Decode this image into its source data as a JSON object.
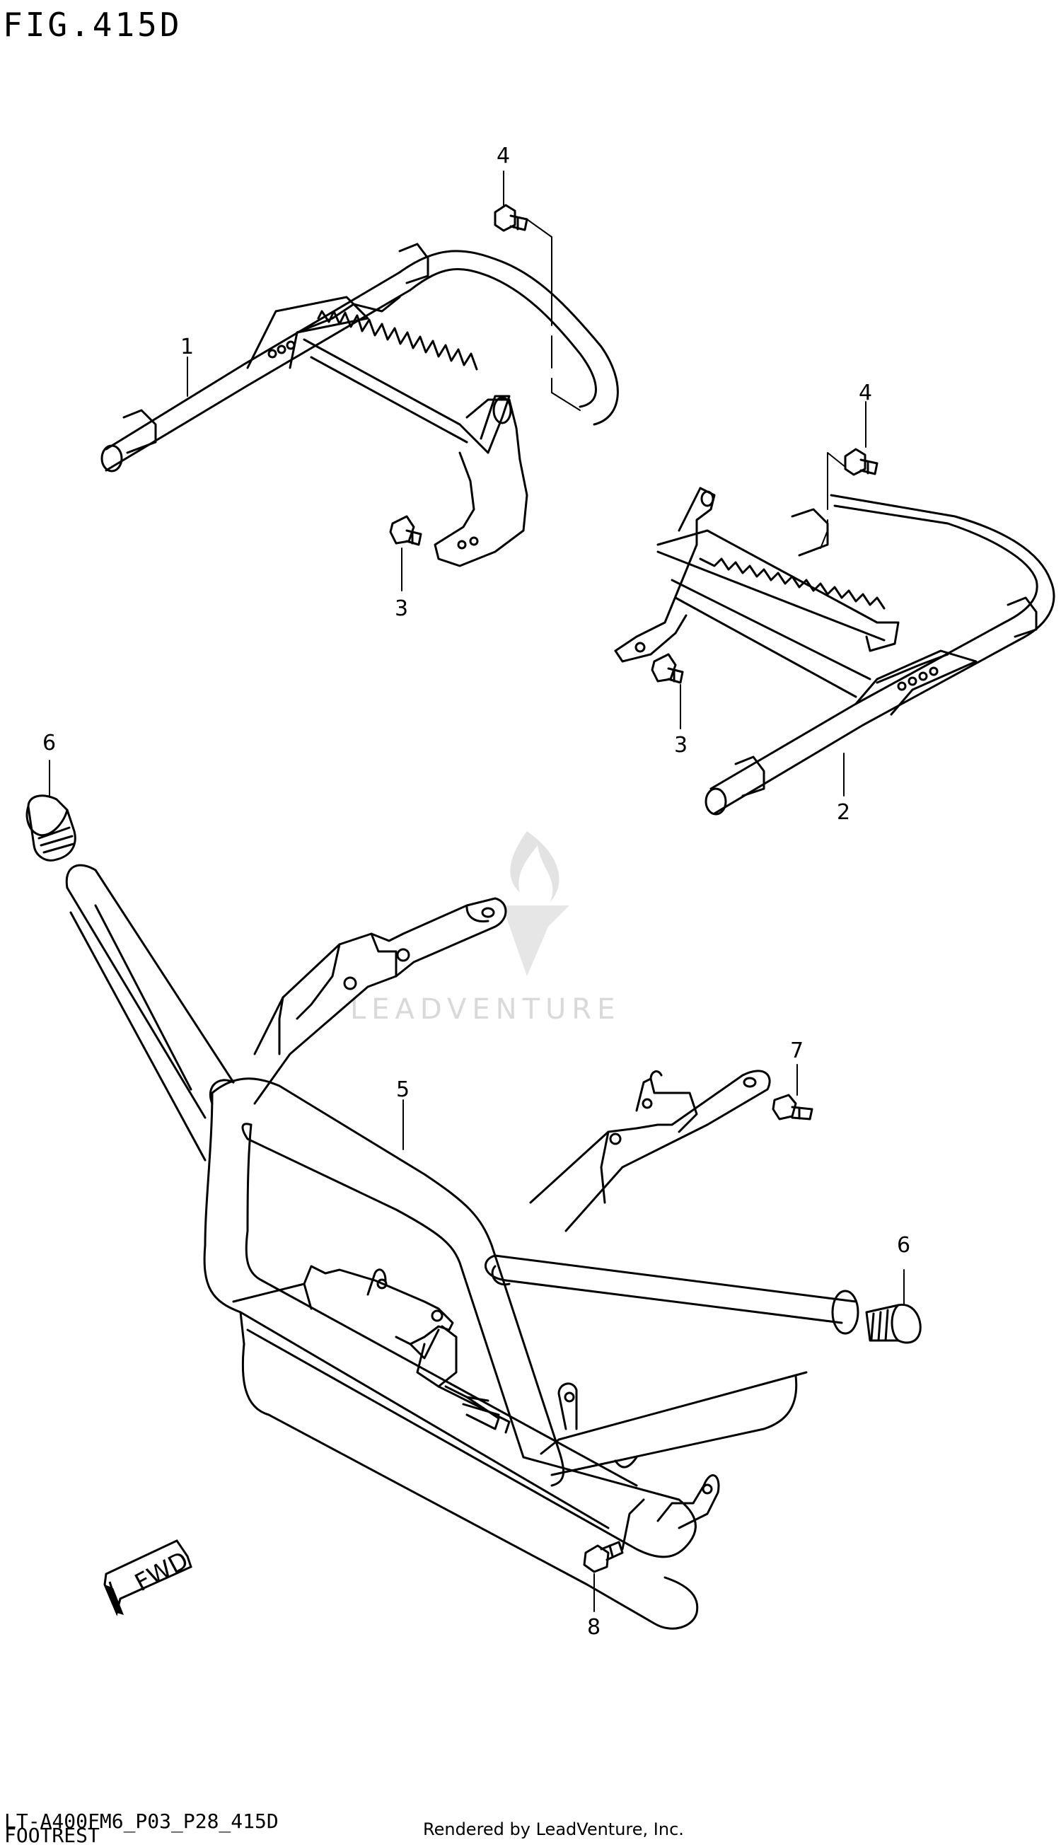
{
  "figure": {
    "title": "FIG.415D",
    "code": "LT-A400FM6_P03_P28_415D",
    "name": "FOOTREST",
    "rendered_by": "Rendered by LeadVenture, Inc.",
    "watermark": "LEADVENTURE",
    "fwd_label": "FWD"
  },
  "callouts": [
    {
      "id": "c1",
      "label": "1"
    },
    {
      "id": "c2",
      "label": "2"
    },
    {
      "id": "c3a",
      "label": "3"
    },
    {
      "id": "c3b",
      "label": "3"
    },
    {
      "id": "c4a",
      "label": "4"
    },
    {
      "id": "c4b",
      "label": "4"
    },
    {
      "id": "c5",
      "label": "5"
    },
    {
      "id": "c6a",
      "label": "6"
    },
    {
      "id": "c6b",
      "label": "6"
    },
    {
      "id": "c7",
      "label": "7"
    },
    {
      "id": "c8",
      "label": "8"
    }
  ]
}
